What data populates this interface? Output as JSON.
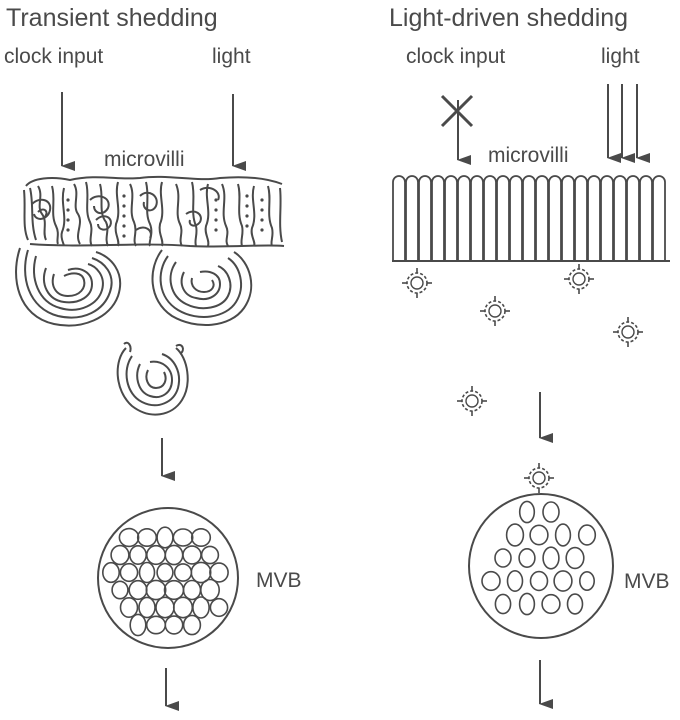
{
  "colors": {
    "stroke": "#4a4a4a",
    "background": "#ffffff"
  },
  "left_panel": {
    "title": "Transient shedding",
    "clock_label": "clock input",
    "light_label": "light",
    "microvilli_label": "microvilli",
    "mvb_label": "MVB"
  },
  "right_panel": {
    "title": "Light-driven shedding",
    "clock_label": "clock input",
    "light_label": "light",
    "microvilli_label": "microvilli",
    "mvb_label": "MVB"
  }
}
